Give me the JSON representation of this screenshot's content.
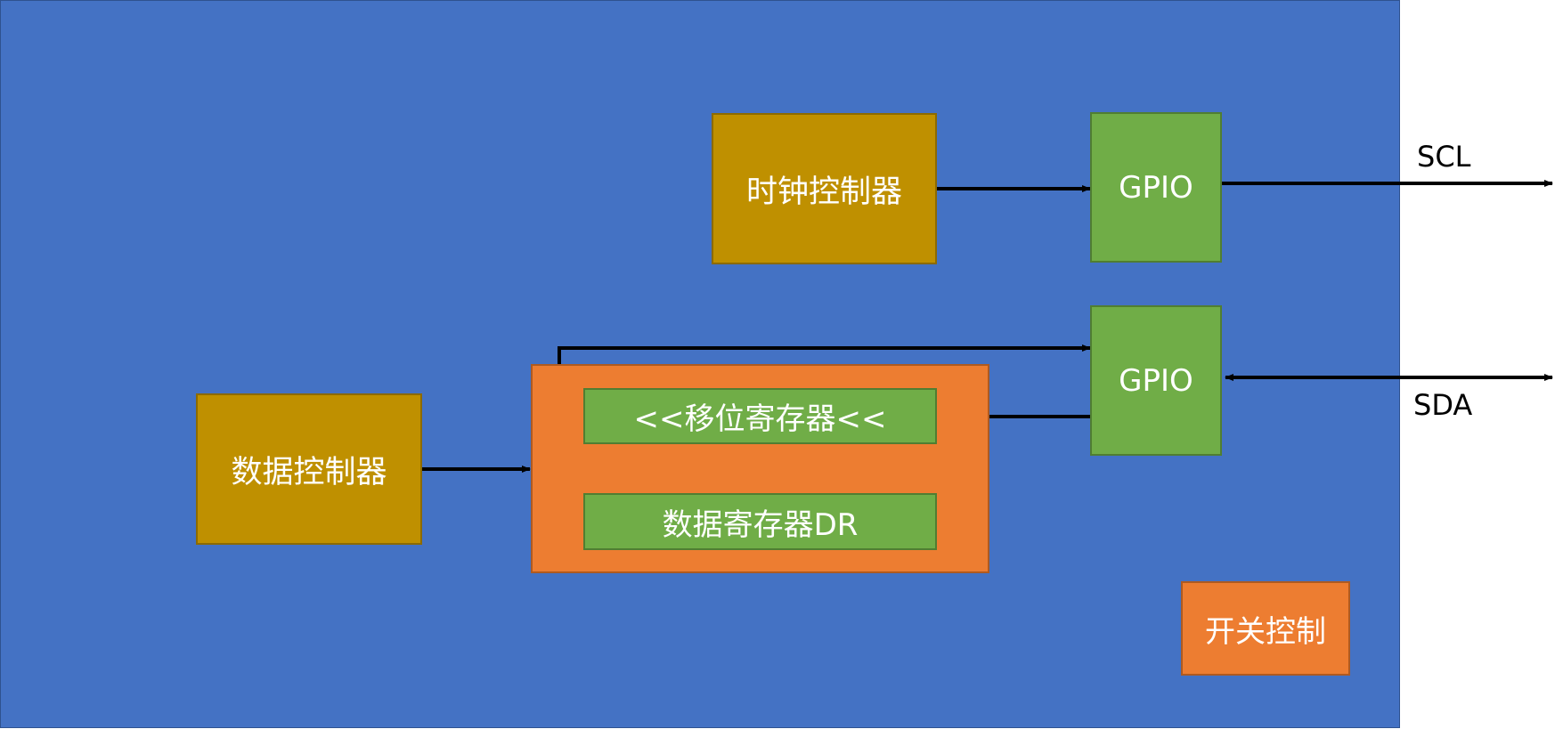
{
  "diagram": {
    "blocks": {
      "clock_controller": "时钟控制器",
      "gpio_scl": "GPIO",
      "gpio_sda": "GPIO",
      "data_controller": "数据控制器",
      "shift_register": "<<移位寄存器<<",
      "data_register": "数据寄存器DR",
      "switch_control": "开关控制"
    },
    "signals": {
      "scl": "SCL",
      "sda": "SDA"
    },
    "colors": {
      "panel": "#4472c4",
      "controller": "#bf9000",
      "gpio": "#70ad47",
      "register_group": "#ed7d31",
      "arrow": "#000000"
    }
  }
}
